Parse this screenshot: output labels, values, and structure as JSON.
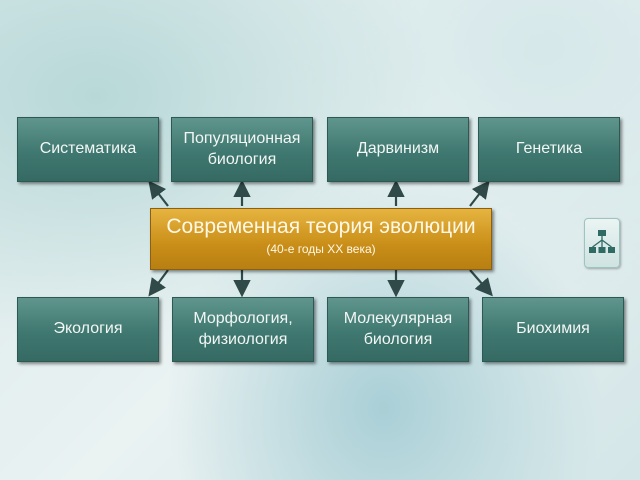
{
  "center": {
    "title": "Современная теория эволюции",
    "subtitle": "(40-е годы XX века)"
  },
  "top_boxes": [
    "Систематика",
    "Популяционная\nбиология",
    "Дарвинизм",
    "Генетика"
  ],
  "bottom_boxes": [
    "Экология",
    "Морфология,\nфизиология",
    "Молекулярная\nбиология",
    "Биохимия"
  ],
  "icon": "hierarchy-diagram-icon"
}
